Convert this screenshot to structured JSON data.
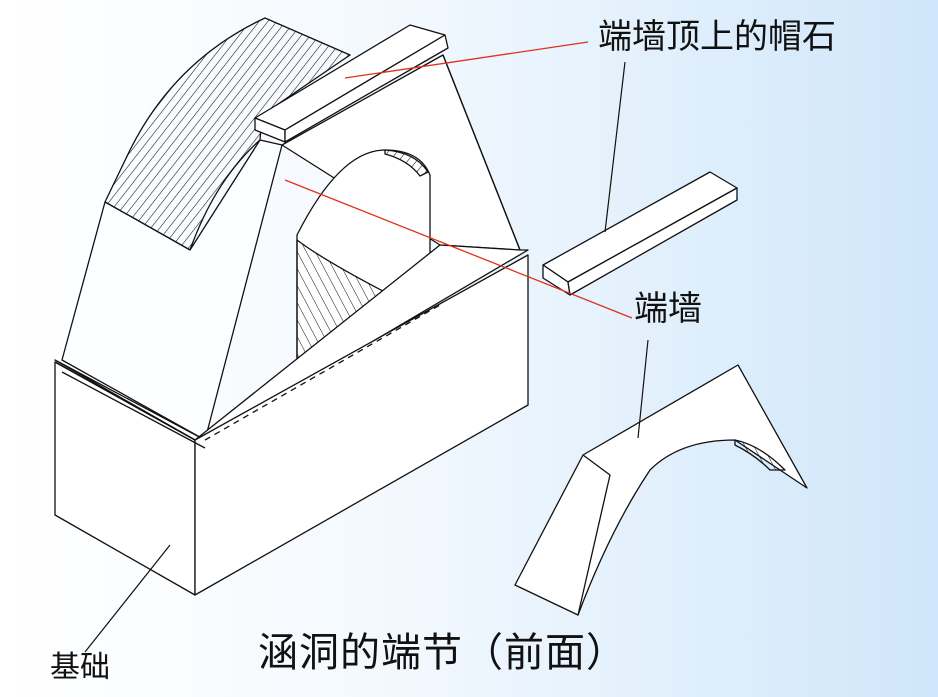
{
  "labels": {
    "cap_stone": "端墙顶上的帽石",
    "end_wall": "端墙",
    "foundation": "基础"
  },
  "caption": "涵洞的端节（前面）",
  "colors": {
    "leader_red": "#e0301e",
    "line": "#111111",
    "background_right": "#cfe6fa"
  }
}
